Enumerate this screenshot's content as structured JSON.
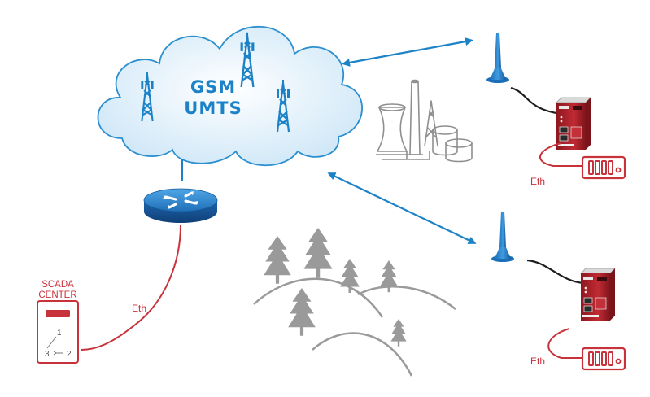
{
  "network": {
    "line1": "GSM",
    "line2": "UMTS"
  },
  "scada": {
    "line1": "SCADA",
    "line2": "CENTER",
    "node_top": "1",
    "node_left": "3",
    "node_right": "2"
  },
  "links": {
    "scada_eth": "Eth",
    "site1_eth": "Eth",
    "site2_eth": "Eth"
  },
  "colors": {
    "cloud_fill": "#d6ecf9",
    "cloud_stroke": "#2b8fd0",
    "accent_blue": "#1b82c8",
    "cable_red": "#c8323a",
    "device_red": "#b0212a",
    "icon_gray": "#8f8f8f"
  },
  "icons": {
    "cloud": "cloud-icon",
    "tower": "cell-tower-icon",
    "router": "router-icon",
    "antenna": "antenna-icon",
    "factory": "power-plant-icon",
    "forest": "forest-hills-icon",
    "modem": "industrial-router-icon",
    "plc": "plc-device-icon",
    "scada": "scada-terminal-icon"
  }
}
